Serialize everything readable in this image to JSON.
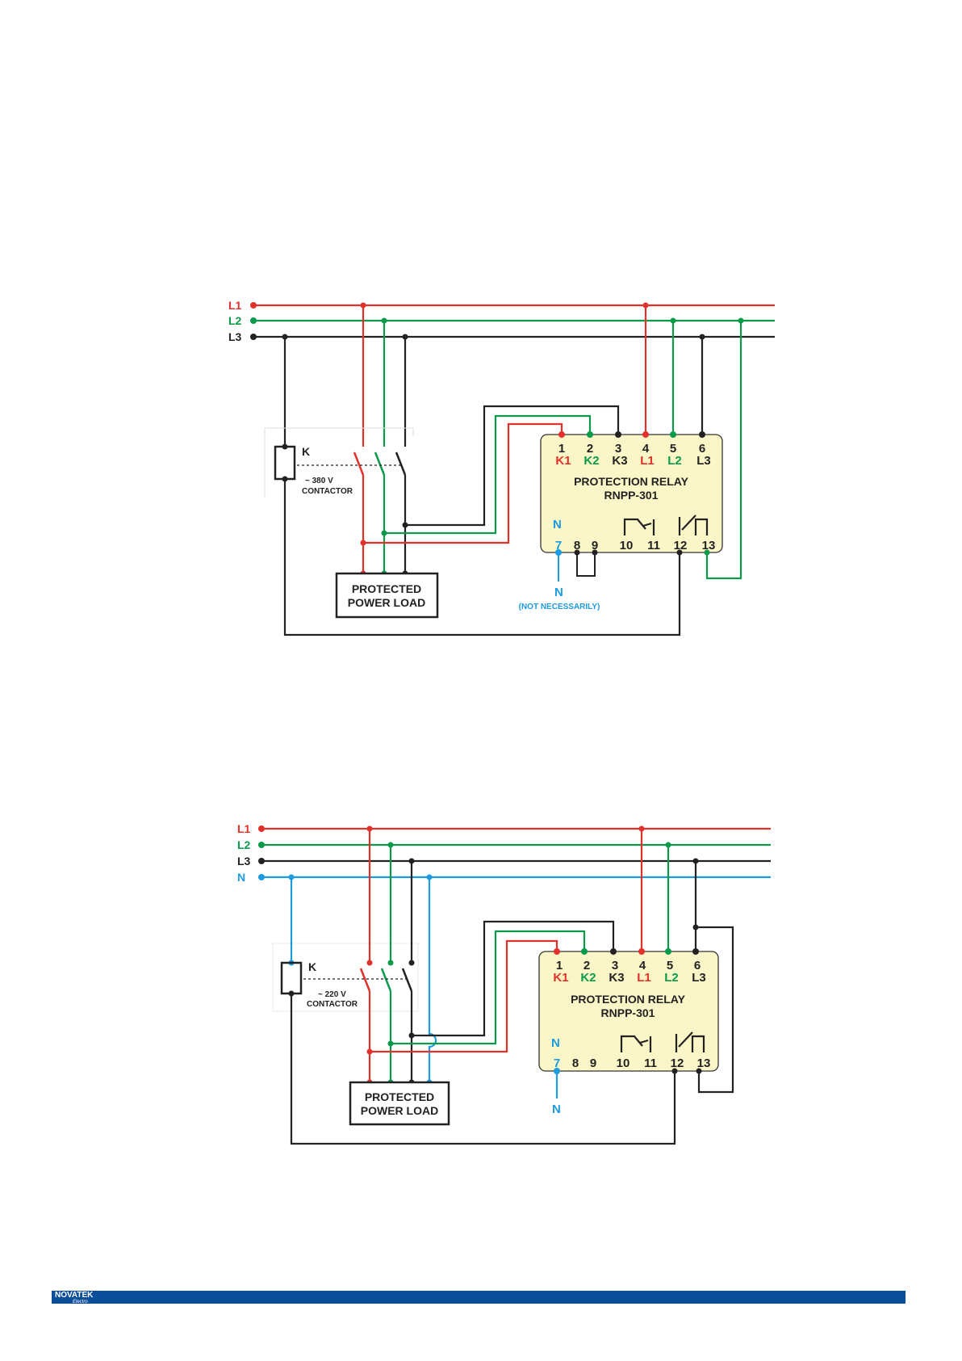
{
  "colors": {
    "L1": "#e2302a",
    "L2": "#0b9a4a",
    "L3": "#222222",
    "N": "#1c9be0",
    "relay_fill": "#fbf6c7",
    "footer": "#0a4e9a"
  },
  "diagram_top": {
    "phase_labels": [
      "L1",
      "L2",
      "L3"
    ],
    "coil_label": "K",
    "contactor_voltage": "~ 380 V",
    "contactor_label": "CONTACTOR",
    "load_line1": "PROTECTED",
    "load_line2": "POWER LOAD",
    "relay_title": "PROTECTION RELAY",
    "relay_model": "RNPP-301",
    "terminal_numbers": [
      "1",
      "2",
      "3",
      "4",
      "5",
      "6"
    ],
    "terminal_names": [
      "K1",
      "K2",
      "K3",
      "L1",
      "L2",
      "L3"
    ],
    "bottom_terminals": [
      "7",
      "8",
      "9",
      "10",
      "11",
      "12",
      "13"
    ],
    "neutral_label": "N",
    "neutral_ext_label": "N",
    "neutral_note": "(NOT NECESSARILY)"
  },
  "diagram_bottom": {
    "phase_labels": [
      "L1",
      "L2",
      "L3",
      "N"
    ],
    "coil_label": "K",
    "contactor_voltage": "~ 220 V",
    "contactor_label": "CONTACTOR",
    "load_line1": "PROTECTED",
    "load_line2": "POWER LOAD",
    "relay_title": "PROTECTION RELAY",
    "relay_model": "RNPP-301",
    "terminal_numbers": [
      "1",
      "2",
      "3",
      "4",
      "5",
      "6"
    ],
    "terminal_names": [
      "K1",
      "K2",
      "K3",
      "L1",
      "L2",
      "L3"
    ],
    "bottom_terminals": [
      "7",
      "8",
      "9",
      "10",
      "11",
      "12",
      "13"
    ],
    "neutral_label": "N",
    "neutral_ext_label": "N"
  },
  "footer": {
    "logo": "NOVATEK",
    "logo_sub": "Electro"
  }
}
